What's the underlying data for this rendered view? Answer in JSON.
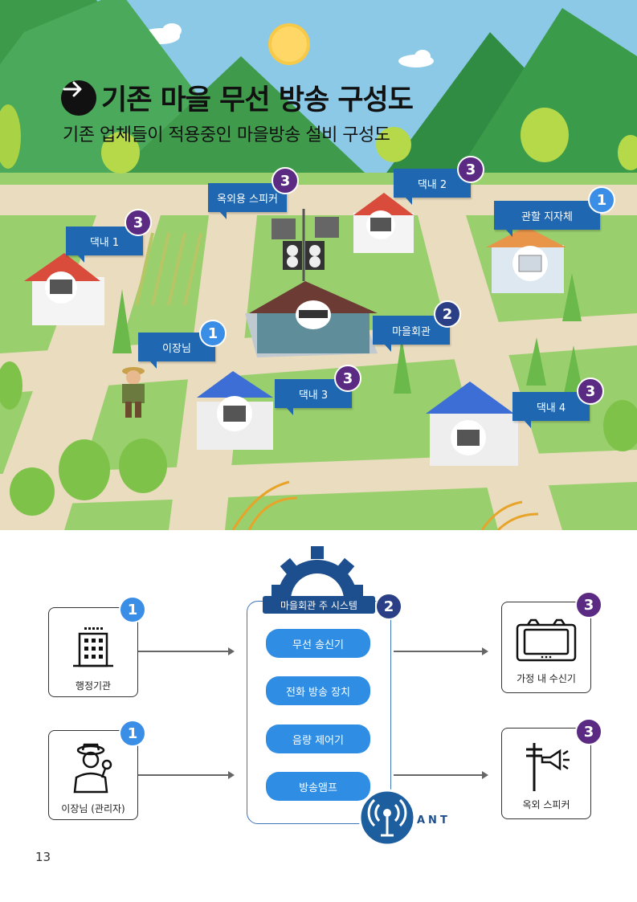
{
  "title": "기존 마을 무선 방송 구성도",
  "subtitle": "기존 업체들이 적용중인 마을방송 설비 구성도",
  "scene_labels": {
    "outdoor_speaker": {
      "text": "옥외용 스피커",
      "badge": "3"
    },
    "house2": {
      "text": "댁내 2",
      "badge": "3"
    },
    "authority": {
      "text": "관할 지자체",
      "badge": "1"
    },
    "house1": {
      "text": "댁내 1",
      "badge": "3"
    },
    "village_hall": {
      "text": "마을회관",
      "badge": "2"
    },
    "chief": {
      "text": "이장님",
      "badge": "1"
    },
    "house3": {
      "text": "댁내 3",
      "badge": "3"
    },
    "house4": {
      "text": "댁내 4",
      "badge": "3"
    }
  },
  "diagram": {
    "sources": [
      {
        "label": "행정기관",
        "badge": "1",
        "icon": "building-icon"
      },
      {
        "label": "이장님 (관리자)",
        "badge": "1",
        "icon": "chief-icon"
      }
    ],
    "main_system": {
      "title": "마을회관 주 시스템",
      "badge": "2",
      "components": [
        "무선 송신기",
        "전화 방송 장치",
        "음량 제어기",
        "방송앰프"
      ],
      "antenna_label": "ANT"
    },
    "outputs": [
      {
        "label": "가정 내 수신기",
        "badge": "3",
        "icon": "receiver-icon"
      },
      {
        "label": "옥외 스피커",
        "badge": "3",
        "icon": "pole-speaker-icon"
      }
    ]
  },
  "page_number": "13",
  "colors": {
    "label_blue": "#1f67b1",
    "badge_purple": "#5b2a82",
    "badge_blue": "#3b8ee6",
    "badge_navy": "#2a3f86",
    "pill_blue": "#2f8de4"
  }
}
